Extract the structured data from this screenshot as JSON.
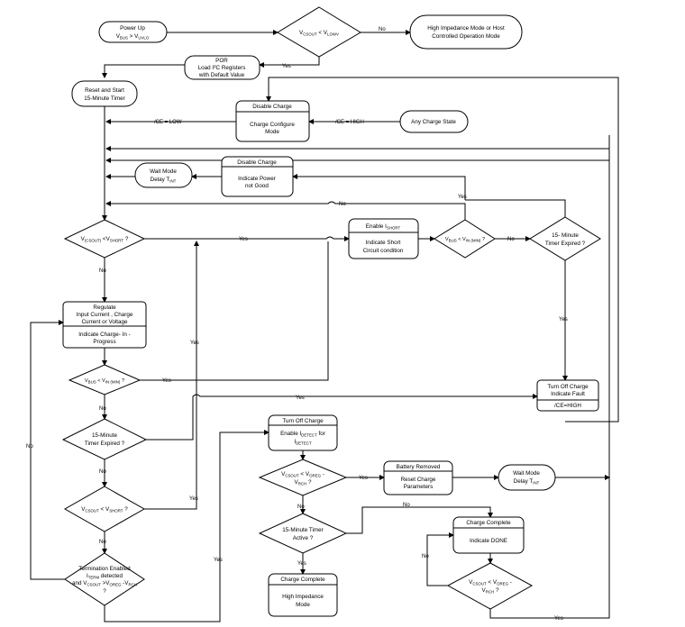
{
  "nodes": {
    "power_up": {
      "l1": "Power Up",
      "l2a": "V",
      "l2s1": "BUS",
      "l2b": " > V",
      "l2s2": "UVLO"
    },
    "check_vcsout_vlowv": {
      "a": "V",
      "s1": "CSOUT",
      "b": " < V",
      "s2": "LOWV"
    },
    "high_impedance": {
      "l1": "High Impedance Mode or Host",
      "l2": "Controlled Operation Mode"
    },
    "por": {
      "l1": "POR",
      "l2a": "Load I",
      "l2sup": "2",
      "l2b": "C Registers",
      "l3": "with Default Value"
    },
    "reset_timer": {
      "l1": "Reset and Start",
      "l2": "15-Minute Timer"
    },
    "disable_charge_1": {
      "title": "Disable Charge",
      "l1": "Charge Configure",
      "l2": "Mode"
    },
    "any_charge_state": {
      "label": "Any Charge State"
    },
    "wait_mode_1": {
      "l1": "Wait Mode",
      "l2a": "Delay T",
      "l2s": "INT"
    },
    "disable_charge_2": {
      "title": "Disable Charge",
      "l1": "Indicate Power",
      "l2": "not Good"
    },
    "check_vshort_1": {
      "a": "V",
      "s1": "(CSOUT)",
      "b": " <V",
      "s2": "SHORT",
      "c": " ?"
    },
    "enable_ishort": {
      "title_a": "Enable I",
      "title_s": "SHORT",
      "l1": "Indicate Short",
      "l2": "Circuit condition"
    },
    "check_vbus_vinmin_1": {
      "a": "V",
      "s1": "BUS",
      "b": " < V",
      "s2": "IN (MIN)",
      "c": " ?"
    },
    "timer_expired_1": {
      "l1": "15- Minute",
      "l2": "Timer Expired ?"
    },
    "regulate": {
      "l1": "Regulate",
      "l2": "Input Current , Charge",
      "l3": "Current or Voltage",
      "l4": "Indicate Charge- In -",
      "l5": "Progress"
    },
    "check_vbus_vinmin_2": {
      "a": "V",
      "s1": "BUS",
      "b": " < V",
      "s2": "IN (MIN)",
      "c": " ?"
    },
    "timer_expired_2": {
      "l1": "15-Minute",
      "l2": "Timer Expired ?"
    },
    "check_vshort_2": {
      "a": "V",
      "s1": "CSOUT",
      "b": " < V",
      "s2": "SHORT",
      "c": " ?"
    },
    "termination": {
      "l1": "Termination Enabled",
      "l2a": "I",
      "l2s": "TERM",
      "l2b": "  detected",
      "l3a": "and V",
      "l3s1": "CSOUT",
      "l3b": " >V",
      "l3s2": "OREG",
      "l3c": "  -V",
      "l3s3": "RCH",
      "l4": "?"
    },
    "turn_off_fault": {
      "l1": "Turn Off Charge",
      "l2": "Indicate Fault",
      "l3": "/CE=HIGH"
    },
    "turn_off_detect": {
      "title": "Turn Off Charge",
      "l1a": "Enable I",
      "l1s": "DETECT",
      "l1b": "  for",
      "l2a": "I",
      "l2s": "DETECT"
    },
    "check_vrech": {
      "a": "V",
      "s1": "CSOUT",
      "b": " < V",
      "s2": "OREG",
      "c": " -",
      "l2a": "V",
      "l2s": "RCH",
      "l2b": " ?"
    },
    "battery_removed": {
      "title": "Battery Removed",
      "l1": "Reset Charge",
      "l2": "Parameters"
    },
    "wait_mode_2": {
      "l1": "Wait Mode",
      "l2a": "Delay T",
      "l2s": "INT"
    },
    "timer_active": {
      "l1": "15-Minute Timer",
      "l2": "Active  ?"
    },
    "charge_complete_done": {
      "title": "Charge Complete",
      "l1": "Indicate DONE"
    },
    "check_vrech_2": {
      "a": "V",
      "s1": "CSOUT",
      "b": " < V",
      "s2": "OREG",
      "c": " -",
      "l2a": "V",
      "l2s": "RCH",
      "l2b": " ?"
    },
    "charge_complete_hiz": {
      "title": "Charge Complete",
      "l1": "High Impedance",
      "l2": "Mode"
    }
  },
  "edge_labels": {
    "no_high_imp": "No",
    "yes_por": "Yes",
    "ce_low": "/CE = LOW",
    "ce_high": "/CE = HIGH",
    "no_reenter": "No",
    "yes_short_reenter": "Yes",
    "yes_short_main": "Yes",
    "no_vbus_check": "No",
    "yes_timer_fault": "Yes",
    "no_short_main": "No",
    "yes_left_up": "Yes",
    "yes_vbus_reg": "Yes",
    "yes_timer_reg": "Yes",
    "no_vbus_reg": "No",
    "no_timer_reg": "No",
    "yes_short_reg": "Yes",
    "no_short_reg": "No",
    "no_term_loop": "No",
    "yes_term": "Yes",
    "yes_battery": "Yes",
    "no_vrech": "No",
    "no_timer_active": "No",
    "yes_timer_active": "Yes",
    "no_done_loop": "No",
    "yes_done": "Yes"
  }
}
